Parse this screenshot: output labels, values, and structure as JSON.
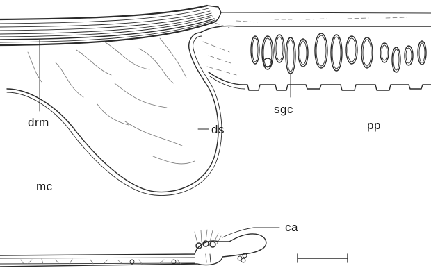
{
  "figure": {
    "labels": {
      "drm": "drm",
      "ds": "ds",
      "sgc": "sgc",
      "pp": "pp",
      "mc": "mc",
      "ca": "ca"
    }
  }
}
